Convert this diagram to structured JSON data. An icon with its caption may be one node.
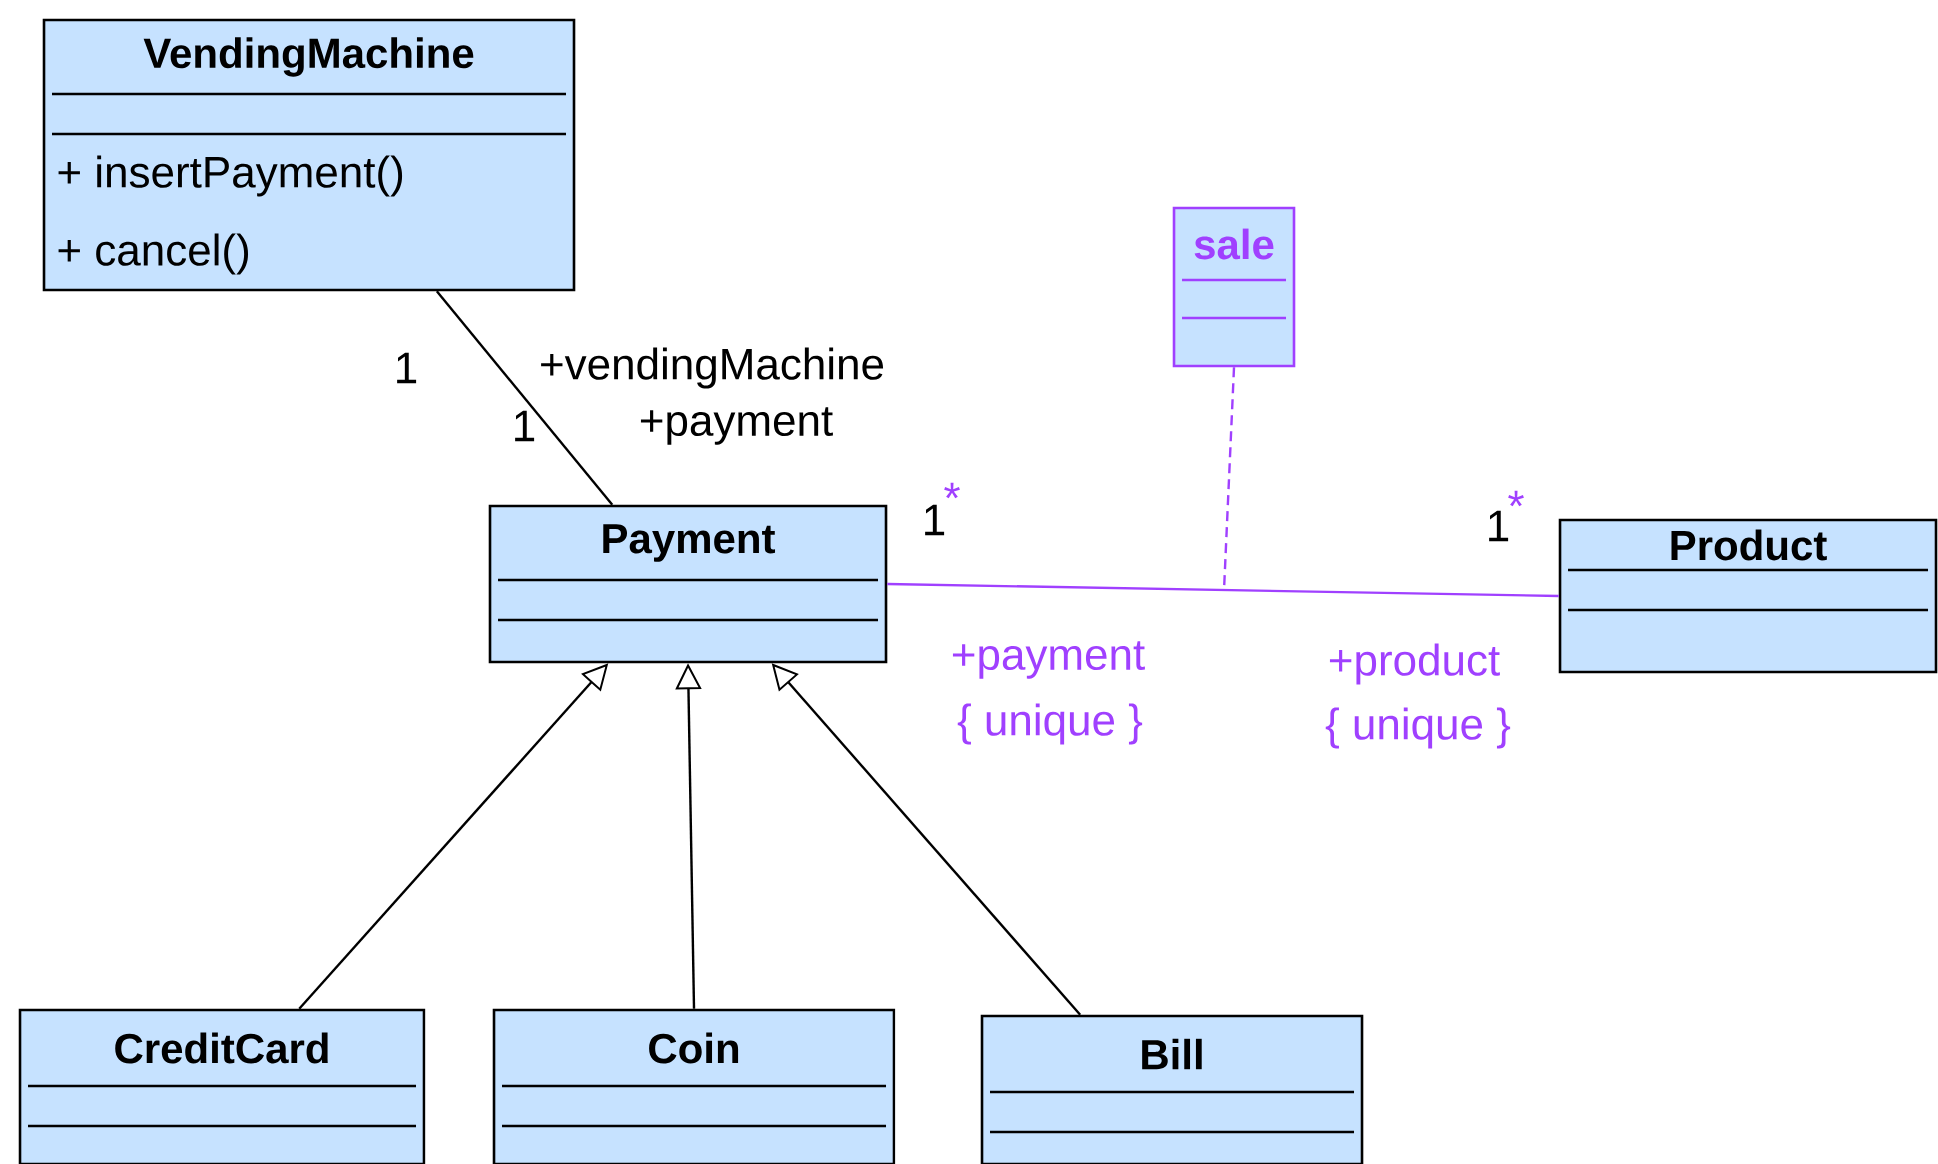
{
  "diagram": {
    "nodes": [
      {
        "text": [
          "VendingMachine",
          "+ insertPayment()",
          "+ cancel()"
        ]
      },
      {
        "text": [
          "Payment"
        ]
      },
      {
        "text": [
          "sale"
        ]
      },
      {
        "text": [
          "Product"
        ]
      },
      {
        "text": [
          "CreditCard"
        ]
      },
      {
        "text": [
          "Coin"
        ]
      },
      {
        "text": [
          "Bill"
        ]
      }
    ],
    "edges": [
      {
        "from": 0,
        "to": 1,
        "arrow": "none"
      },
      {
        "from": 1,
        "to": 3,
        "arrow": "none",
        "color": "#a040ff"
      },
      {
        "from": 2,
        "to": null,
        "arrow": "none",
        "style": "dashed",
        "color": "#a040ff"
      },
      {
        "from": 4,
        "to": 1,
        "arrow": "to"
      },
      {
        "from": 5,
        "to": 1,
        "arrow": "to"
      },
      {
        "from": 6,
        "to": 1,
        "arrow": "to"
      }
    ],
    "labels": [
      "1",
      "+vendingMachine",
      "1",
      "+payment",
      "*",
      "1",
      "*",
      "1",
      "+payment",
      "{ unique }",
      "+product",
      "{ unique }"
    ]
  }
}
